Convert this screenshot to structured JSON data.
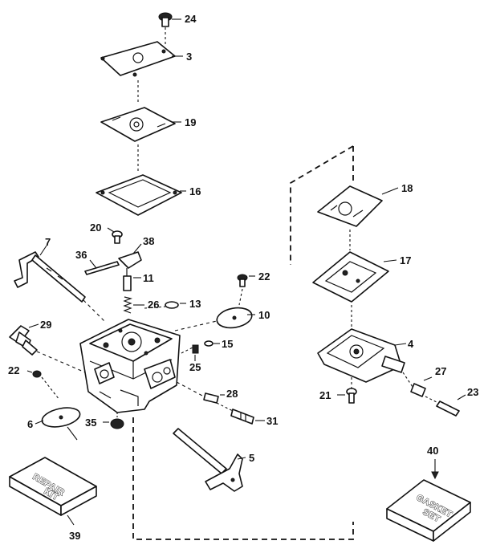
{
  "diagram": {
    "part_numbers": [
      "24",
      "3",
      "19",
      "16",
      "18",
      "17",
      "20",
      "38",
      "7",
      "36",
      "11",
      "22",
      "26",
      "13",
      "10",
      "29",
      "15",
      "4",
      "25",
      "22",
      "28",
      "27",
      "21",
      "23",
      "6",
      "35",
      "31",
      "5",
      "40",
      "39"
    ],
    "kits": {
      "repair_kit": [
        "REPAIR",
        "KIT"
      ],
      "gasket_set": [
        "GASKET",
        "SET"
      ]
    }
  }
}
